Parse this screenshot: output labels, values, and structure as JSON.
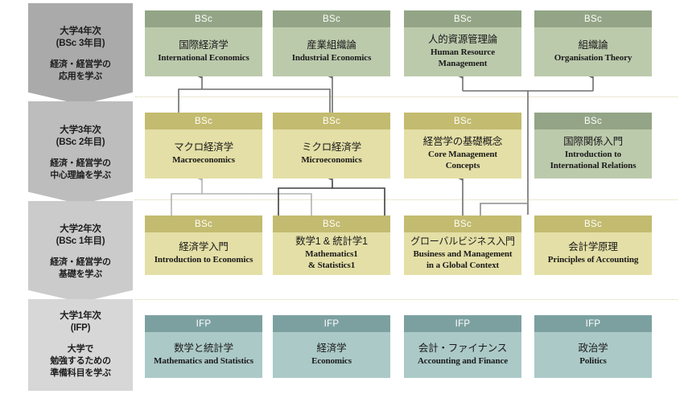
{
  "palette": {
    "row1_head": "#93a586",
    "row1_body": "#bccaac",
    "row23_head": "#c3bb6f",
    "row23_body": "#e4dfa6",
    "row4_head": "#7ca0a0",
    "row4_body": "#abc9c7",
    "sidebar_stage1": "#aaaaaa",
    "sidebar_stage2": "#bdbdbd",
    "sidebar_stage3": "#cbcbcb",
    "sidebar_stage4": "#d7d7d7",
    "separator_dotted": "#d9d2a6",
    "connector_dark": "#6e6e6e",
    "connector_light": "#b3b3b3",
    "page_bg": "#ffffff"
  },
  "sidebar": {
    "stages": [
      {
        "title": "大学4年次\n(BSc 3年目)",
        "title_line1": "大学4年次",
        "title_line2": "(BSc 3年目)",
        "desc_line1": "経済・経営学の",
        "desc_line2": "応用を学ぶ",
        "desc_line3": ""
      },
      {
        "title_line1": "大学3年次",
        "title_line2": "(BSc 2年目)",
        "desc_line1": "経済・経営学の",
        "desc_line2": "中心理論を学ぶ",
        "desc_line3": ""
      },
      {
        "title_line1": "大学2年次",
        "title_line2": "(BSc 1年目)",
        "desc_line1": "経済・経営学の",
        "desc_line2": "基礎を学ぶ",
        "desc_line3": ""
      },
      {
        "title_line1": "大学1年次",
        "title_line2": "(IFP)",
        "desc_line1": "大学で",
        "desc_line2": "勉強するための",
        "desc_line3": "準備科目を学ぶ"
      }
    ]
  },
  "rows": [
    {
      "id": "year4",
      "cards": [
        {
          "badge": "BSc",
          "ja_line1": "国際経済学",
          "ja_line2": "",
          "en_line1": "International Economics",
          "en_line2": "",
          "en_line3": "",
          "theme": "green"
        },
        {
          "badge": "BSc",
          "ja_line1": "産業組織論",
          "ja_line2": "",
          "en_line1": "Industrial Economics",
          "en_line2": "",
          "en_line3": "",
          "theme": "green"
        },
        {
          "badge": "BSc",
          "ja_line1": "人的資源管理論",
          "ja_line2": "",
          "en_line1": "Human Resource",
          "en_line2": "Management",
          "en_line3": "",
          "theme": "green"
        },
        {
          "badge": "BSc",
          "ja_line1": "組織論",
          "ja_line2": "",
          "en_line1": "Organisation Theory",
          "en_line2": "",
          "en_line3": "",
          "theme": "green"
        }
      ]
    },
    {
      "id": "year3",
      "cards": [
        {
          "badge": "BSc",
          "ja_line1": "マクロ経済学",
          "ja_line2": "",
          "en_line1": "Macroeconomics",
          "en_line2": "",
          "en_line3": "",
          "theme": "khaki"
        },
        {
          "badge": "BSc",
          "ja_line1": "ミクロ経済学",
          "ja_line2": "",
          "en_line1": "Microeconomics",
          "en_line2": "",
          "en_line3": "",
          "theme": "khaki"
        },
        {
          "badge": "BSc",
          "ja_line1": "経営学の基礎概念",
          "ja_line2": "",
          "en_line1": "Core Management",
          "en_line2": "Concepts",
          "en_line3": "",
          "theme": "khaki"
        },
        {
          "badge": "BSc",
          "ja_line1": "国際関係入門",
          "ja_line2": "",
          "en_line1": "Introduction to",
          "en_line2": "International Relations",
          "en_line3": "",
          "theme": "green"
        }
      ]
    },
    {
      "id": "year2",
      "cards": [
        {
          "badge": "BSc",
          "ja_line1": "経済学入門",
          "ja_line2": "",
          "en_line1": "Introduction to Economics",
          "en_line2": "",
          "en_line3": "",
          "theme": "khaki"
        },
        {
          "badge": "BSc",
          "ja_line1": "数学1 & 統計学1",
          "ja_line2": "",
          "en_line1": "Mathematics1",
          "en_line2": "& Statistics1",
          "en_line3": "",
          "theme": "khaki"
        },
        {
          "badge": "BSc",
          "ja_line1": "グローバルビジネス入門",
          "ja_line2": "",
          "en_line1": "Business and Management",
          "en_line2": "in a Global Context",
          "en_line3": "",
          "theme": "khaki"
        },
        {
          "badge": "BSc",
          "ja_line1": "会計学原理",
          "ja_line2": "",
          "en_line1": "Principles of Accounting",
          "en_line2": "",
          "en_line3": "",
          "theme": "khaki"
        }
      ]
    },
    {
      "id": "year1",
      "cards": [
        {
          "badge": "IFP",
          "ja_line1": "数学と統計学",
          "ja_line2": "",
          "en_line1": "Mathematics and Statistics",
          "en_line2": "",
          "en_line3": "",
          "theme": "teal"
        },
        {
          "badge": "IFP",
          "ja_line1": "経済学",
          "ja_line2": "",
          "en_line1": "Economics",
          "en_line2": "",
          "en_line3": "",
          "theme": "teal"
        },
        {
          "badge": "IFP",
          "ja_line1": "会計・ファイナンス",
          "ja_line2": "",
          "en_line1": "Accounting and Finance",
          "en_line2": "",
          "en_line3": "",
          "theme": "teal"
        },
        {
          "badge": "IFP",
          "ja_line1": "政治学",
          "ja_line2": "",
          "en_line1": "Politics",
          "en_line2": "",
          "en_line3": "",
          "theme": "teal"
        }
      ]
    }
  ]
}
